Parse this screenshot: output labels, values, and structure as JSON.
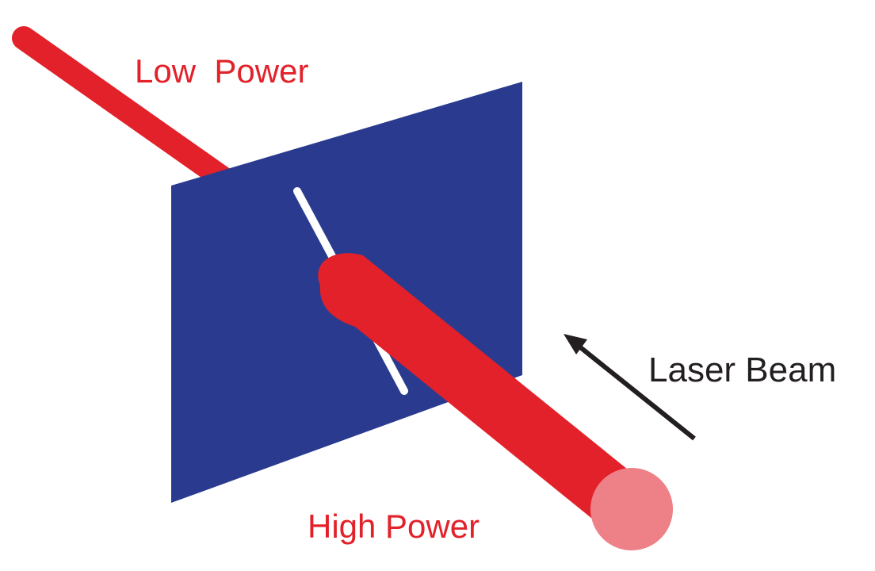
{
  "labels": {
    "low_power": "Low  Power",
    "high_power": "High Power",
    "laser_beam": "Laser Beam"
  },
  "colors": {
    "background": "#ffffff",
    "beam_red": "#e3212a",
    "beam_end_pink": "#ee8088",
    "screen_blue": "#2a3b8f",
    "slit_white": "#ffffff",
    "arrow_black": "#231f20",
    "label_red": "#e3212a",
    "label_black": "#231f20"
  }
}
